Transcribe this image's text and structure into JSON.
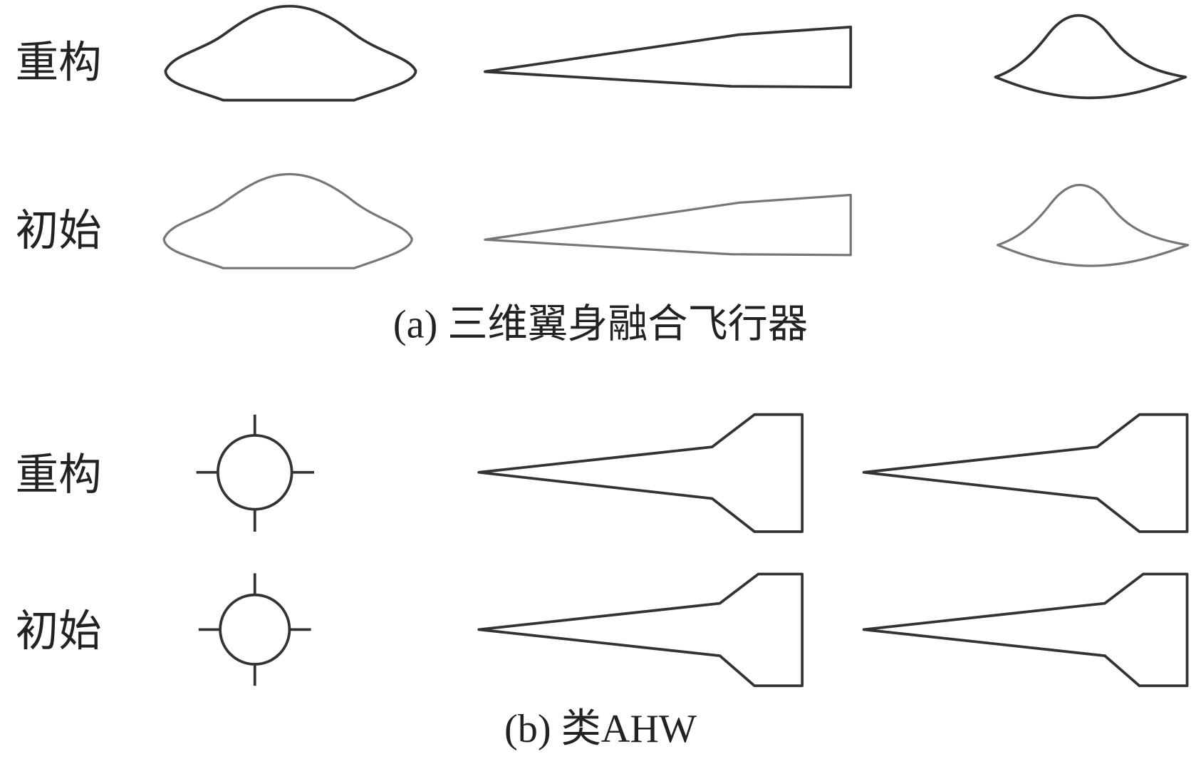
{
  "panel_a": {
    "row_labels": [
      "重构",
      "初始"
    ],
    "caption": "(a) 三维翼身融合飞行器"
  },
  "panel_b": {
    "row_labels": [
      "重构",
      "初始"
    ],
    "caption": "(b) 类AHW"
  }
}
